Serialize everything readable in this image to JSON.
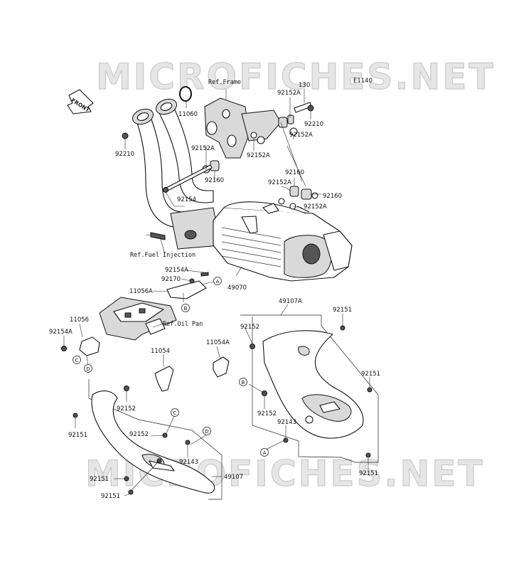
{
  "watermarks": {
    "top": "MICROFICHES.NET",
    "bottom": "MICROFICHES.NET"
  },
  "diagram_code": "E1140",
  "front_arrow": "FRONT",
  "refs": {
    "frame": "Ref.Frame",
    "fuel_injection": "Ref.Fuel Injection",
    "oil_pan": "Ref.Oil Pan"
  },
  "callouts": {
    "A": "A",
    "B": "B",
    "C": "C",
    "D": "D"
  },
  "parts": {
    "p11060": "11060",
    "p92210_left": "92210",
    "p92152A_top": "92152A",
    "p130": "130",
    "p92210_right": "92210",
    "p92152A_right": "92152A",
    "p92152A_mid": "92152A",
    "p92152A_left": "92152A",
    "p92160_left": "92160",
    "p92154": "92154",
    "p92160_right": "92160",
    "p92152A_lower": "92152A",
    "p92160_far": "92160",
    "p92152A_bottom": "92152A",
    "p92154A_a": "92154A",
    "p92170": "92170",
    "p11056A": "11056A",
    "p49070": "49070",
    "p11056": "11056",
    "p92154A_b": "92154A",
    "p49107A": "49107A",
    "p92151_a": "92151",
    "p92152_right": "92152",
    "p11054A": "11054A",
    "p11054": "11054",
    "p92151_b": "92151",
    "p92152_c": "92152",
    "p92152_left": "92152",
    "p92143_right": "92143",
    "p92151_left": "92151",
    "p92152_mid": "92152",
    "p92143_left": "92143",
    "p92151_c": "92151",
    "p49107": "49107",
    "p92151_d": "92151",
    "p92151_e": "92151"
  }
}
